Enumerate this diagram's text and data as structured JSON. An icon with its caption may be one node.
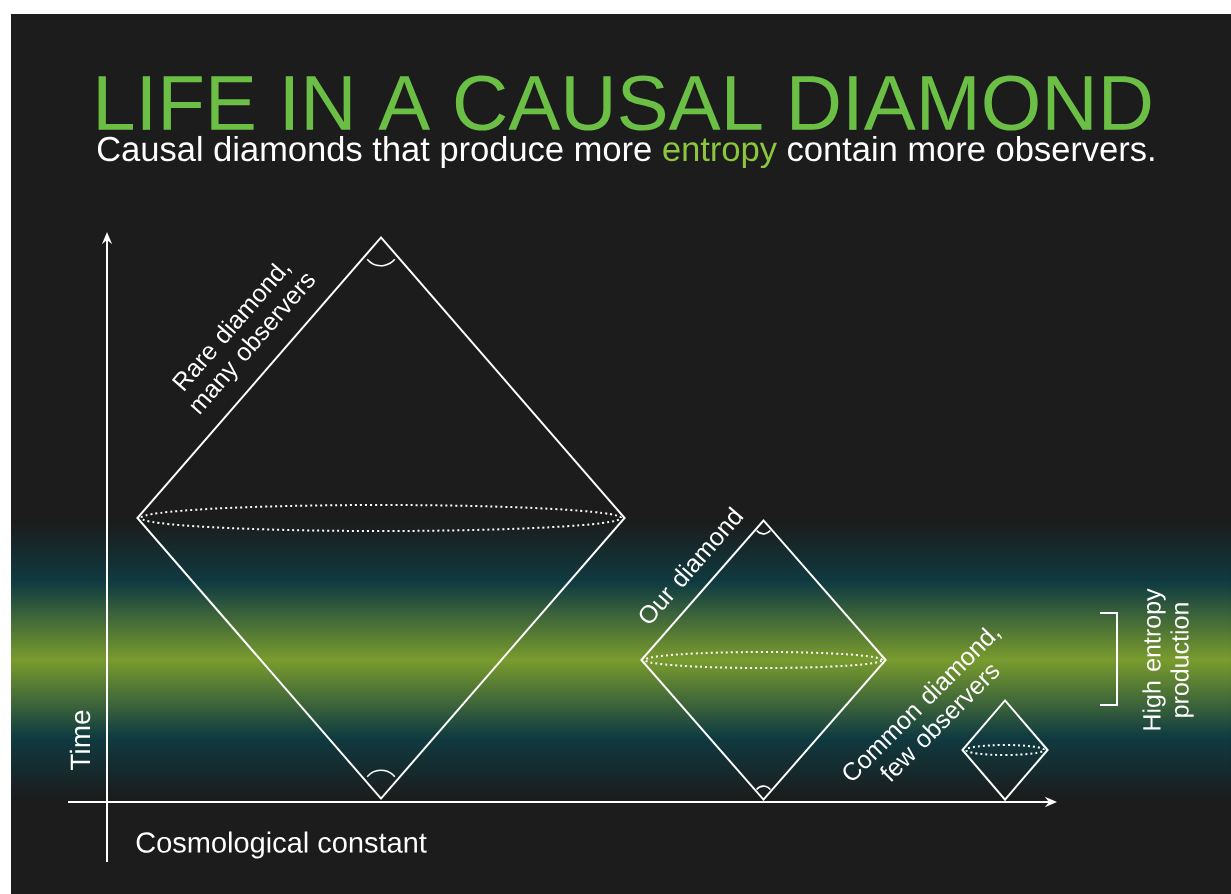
{
  "diagram": {
    "title": "LIFE IN A CAUSAL DIAMOND",
    "caption": "Causal diamonds that produce more **entropy** contain more observers.",
    "nodes": [
      {
        "text": [],
        "shape": "diamond",
        "beside": [
          "Rare diamond, many observers"
        ]
      },
      {
        "text": [],
        "shape": "diamond",
        "beside": [
          "Our diamond"
        ]
      },
      {
        "text": [],
        "shape": "diamond",
        "beside": [
          "Common diamond, few observers"
        ]
      }
    ],
    "labels": [
      "Time",
      "Cosmological constant",
      "High entropy production"
    ]
  }
}
